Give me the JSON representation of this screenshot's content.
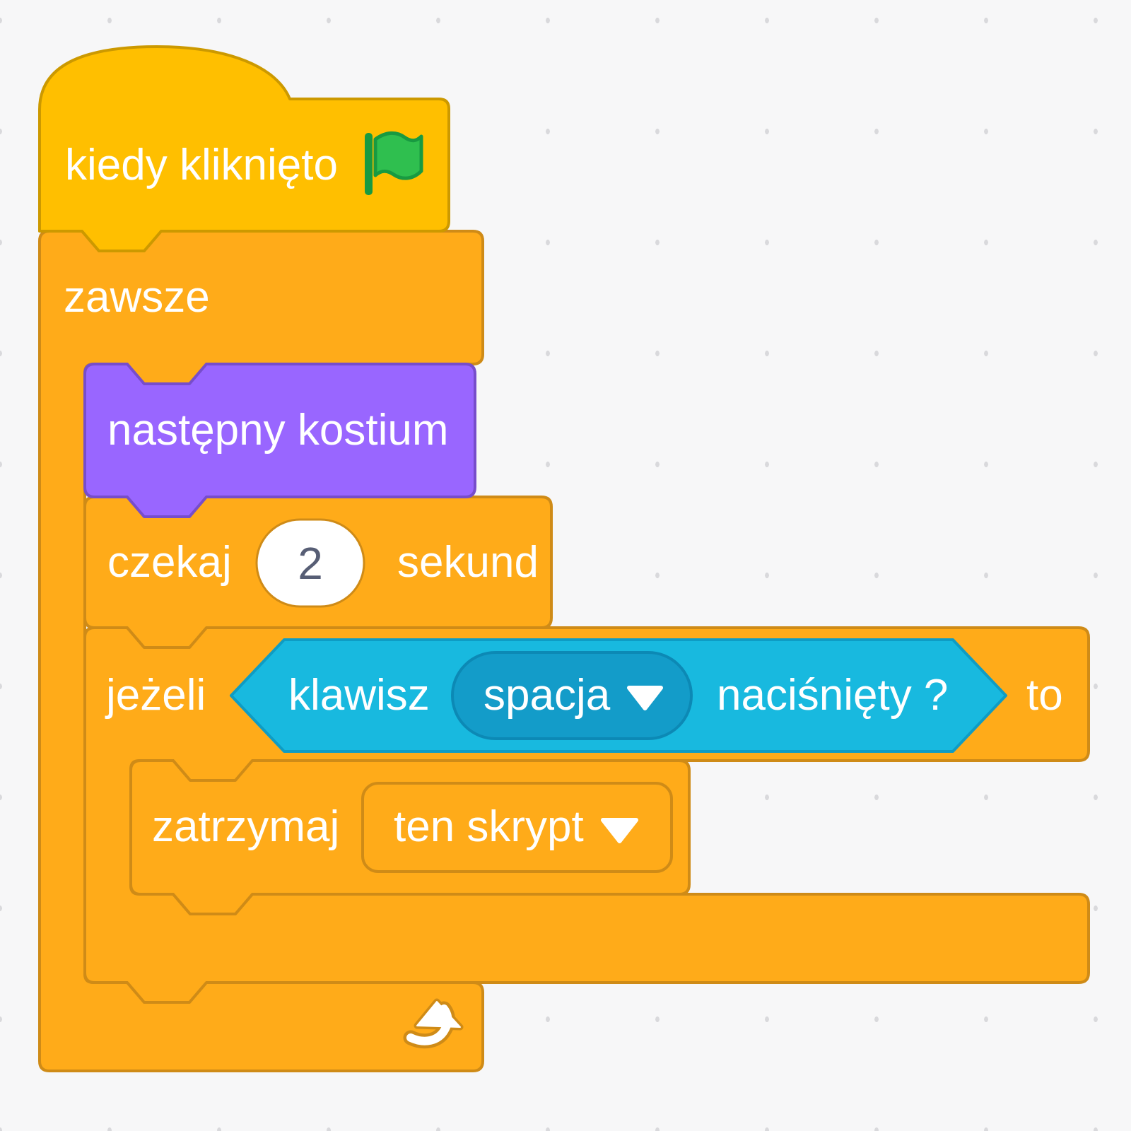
{
  "workspace": {
    "background_color": "#F7F7F8",
    "dot_color": "#D9D9DC"
  },
  "palette": {
    "events_fill": "#FFBF00",
    "events_stroke": "#CC9900",
    "control_fill": "#FFAB19",
    "control_stroke": "#CF8B17",
    "looks_fill": "#9966FF",
    "looks_stroke": "#774DCB",
    "sensing_fill": "#18B9DF",
    "sensing_stroke": "#0E9CC4",
    "sensing_input_fill": "#139CC9",
    "sensing_input_stroke": "#0C89B5",
    "text_color": "#FFFFFF",
    "input_fill": "#FFFFFF",
    "input_text_color": "#575E75",
    "flag_fill": "#2FBF4F",
    "flag_stroke": "#189A41",
    "icon_white": "#FFFFFF"
  },
  "script": {
    "hat_block": {
      "label": "kiedy kliknięto",
      "icon": "green-flag"
    },
    "forever_block": {
      "label": "zawsze"
    },
    "next_costume_block": {
      "label": "następny kostium"
    },
    "wait_block": {
      "label_before": "czekaj",
      "value": "2",
      "label_after": "sekund"
    },
    "if_block": {
      "label_before": "jeżeli",
      "label_after": "to"
    },
    "key_pressed_condition": {
      "label_before": "klawisz",
      "dropdown_value": "spacja",
      "label_after": "naciśnięty ?"
    },
    "stop_block": {
      "label": "zatrzymaj",
      "dropdown_value": "ten skrypt"
    }
  }
}
